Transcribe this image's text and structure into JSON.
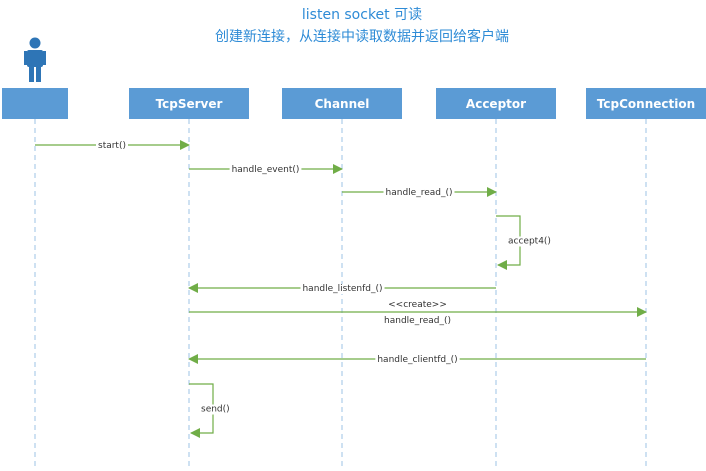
{
  "title": {
    "line1": "listen socket 可读",
    "line2": "创建新连接，从连接中读取数据并返回给客户端"
  },
  "colors": {
    "title": "#2e8bd6",
    "participant_fill": "#5b9bd5",
    "participant_text": "#ffffff",
    "lifeline": "#9dc3e6",
    "message": "#70ad47",
    "label": "#333333",
    "user_figure": "#2e75b6"
  },
  "participants": [
    {
      "id": "user",
      "label": "",
      "icon": "user-figure-icon"
    },
    {
      "id": "tcpserver",
      "label": "TcpServer"
    },
    {
      "id": "channel",
      "label": "Channel"
    },
    {
      "id": "acceptor",
      "label": "Acceptor"
    },
    {
      "id": "tcpconnection",
      "label": "TcpConnection"
    }
  ],
  "messages": [
    {
      "from": "user",
      "to": "tcpserver",
      "label": "start()"
    },
    {
      "from": "tcpserver",
      "to": "channel",
      "label": "handle_event()"
    },
    {
      "from": "channel",
      "to": "acceptor",
      "label": "handle_read_()"
    },
    {
      "from": "acceptor",
      "to": "acceptor",
      "label": "accept4()",
      "self": true
    },
    {
      "from": "acceptor",
      "to": "tcpserver",
      "label": "handle_listenfd_()"
    },
    {
      "from": "tcpserver",
      "to": "tcpconnection",
      "label": "handle_read_()",
      "stereotype": "<<create>>"
    },
    {
      "from": "tcpconnection",
      "to": "tcpserver",
      "label": "handle_clientfd_()"
    },
    {
      "from": "tcpserver",
      "to": "tcpserver",
      "label": "send()",
      "self": true
    }
  ]
}
